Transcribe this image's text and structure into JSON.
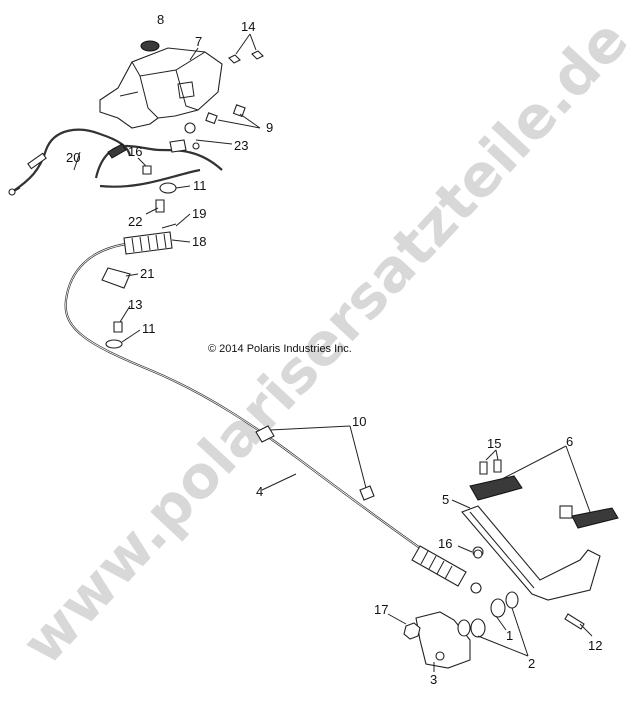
{
  "watermark": "www.polarisersatzteile.de",
  "copyright": "© 2014 Polaris Industries Inc.",
  "callouts": {
    "c1": "1",
    "c2": "2",
    "c3": "3",
    "c4": "4",
    "c5": "5",
    "c6": "6",
    "c7": "7",
    "c8": "8",
    "c9": "9",
    "c10": "10",
    "c11a": "11",
    "c11b": "11",
    "c12": "12",
    "c13": "13",
    "c14": "14",
    "c15": "15",
    "c16a": "16",
    "c16b": "16",
    "c17": "17",
    "c18": "18",
    "c19": "19",
    "c20": "20",
    "c21": "21",
    "c22": "22",
    "c23": "23"
  }
}
